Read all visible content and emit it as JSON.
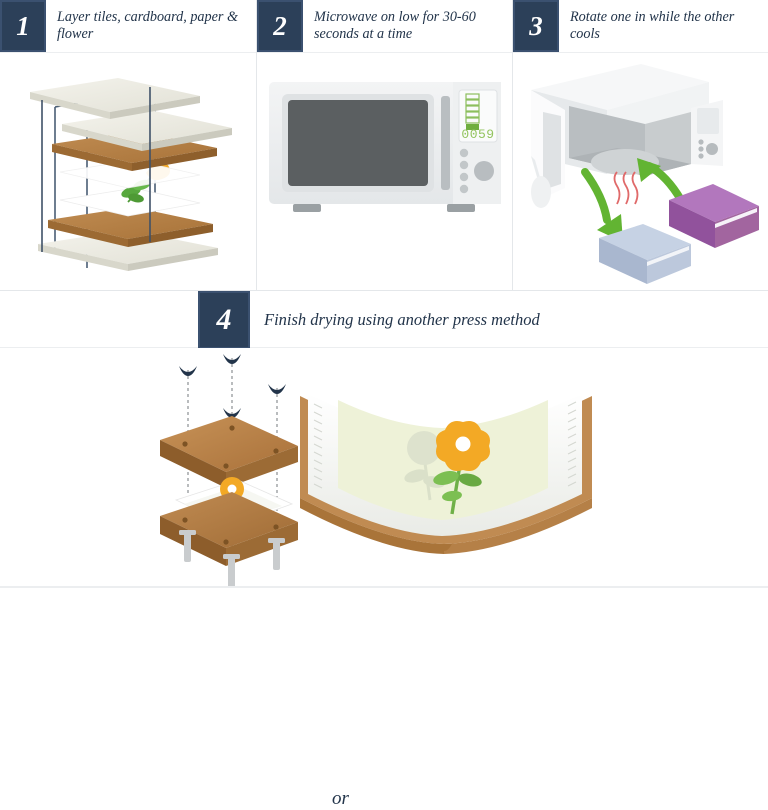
{
  "infographic": {
    "title_implied": "How to dry flowers in a microwave",
    "steps": [
      {
        "number": "1",
        "text": "Layer tiles, cardboard, paper & flower",
        "illustration": "exploded-layer-stack-tiles-cardboard-paper-flower"
      },
      {
        "number": "2",
        "text": "Microwave on low for 30-60 seconds at a time",
        "illustration": "microwave-oven-front-view",
        "display_value": "0059"
      },
      {
        "number": "3",
        "text": "Rotate one in while the other cools",
        "illustration": "open-microwave-with-two-books-and-rotation-arrows"
      },
      {
        "number": "4",
        "text": "Finish drying using another press method",
        "illustration": "flower-press-and-open-book"
      }
    ],
    "connector_label": "or",
    "colors": {
      "badge_bg": "#2c4059",
      "badge_inner_border": "#3b5170",
      "text": "#22344a",
      "divider": "#e4e7ea",
      "page_bg": "#ffffff",
      "wood": "#b07a40",
      "wood_light": "#c08c52",
      "tile": "#edece3",
      "paper": "#ffffff",
      "flower_orange": "#f3a925",
      "leaf_green": "#5aa544",
      "arrow_green": "#62b432",
      "heat_red": "#e06a6a",
      "book_blue": "#b7c4da",
      "book_purple": "#a06cae",
      "microwave_body": "#eceef0",
      "microwave_window": "#5b5f61",
      "lcd_green": "#6fae3e",
      "bolt_navy": "#22344a"
    }
  }
}
